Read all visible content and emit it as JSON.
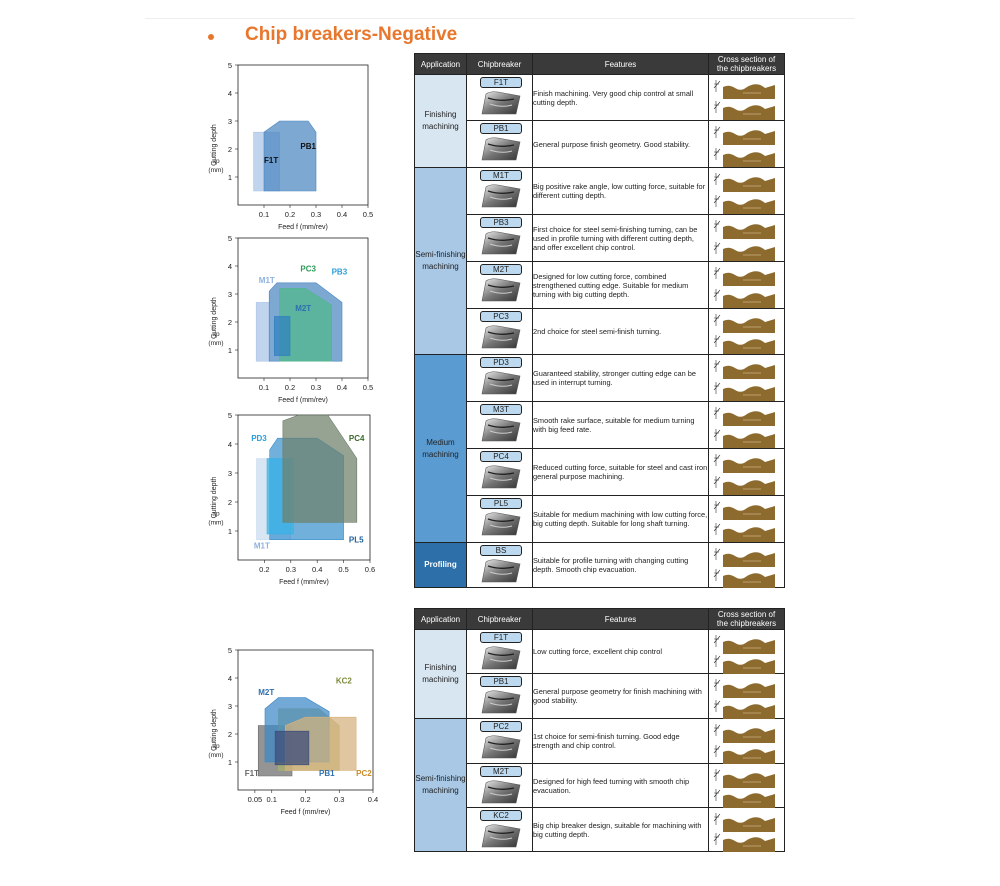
{
  "page": {
    "title": "Chip breakers-Negative"
  },
  "colors": {
    "accent": "#e8772e",
    "header_bg": "#3a3a3a",
    "label_blue": "#bcd9ef"
  },
  "charts_ui": {
    "ylabel_top": "Cutting depth",
    "ylabel_sub1": "ap",
    "ylabel_sub2": "(mm)",
    "xlabel": "Feed f (mm/rev)"
  },
  "table1": {
    "headers": {
      "application": "Application",
      "chipbreaker": "Chipbreaker",
      "features": "Features",
      "cross1": "Cross section of",
      "cross2": "the chipbreakers"
    },
    "groups": [
      {
        "label_line1": "Finishing",
        "label_line2": "machining"
      },
      {
        "label_line1": "Semi-finishing",
        "label_line2": "machining"
      },
      {
        "label_line1": "Medium",
        "label_line2": "machining"
      },
      {
        "label_line1": "Profiling",
        "label_line2": ""
      }
    ],
    "rows": [
      {
        "code": "F1T",
        "feature": "Finish machining.  Very good chip control at small cutting depth."
      },
      {
        "code": "PB1",
        "feature": "General purpose finish geometry.  Good stability."
      },
      {
        "code": "M1T",
        "feature": "Big positive rake angle, low cutting force, suitable for different cutting depth."
      },
      {
        "code": "PB3",
        "feature": "First choice for steel semi-finishing turning, can be used in profile turning with different cutting depth, and offer excellent chip control."
      },
      {
        "code": "M2T",
        "feature": "Designed for low cutting force, combined strengthened cutting edge.  Suitable for medium turning with big cutting depth."
      },
      {
        "code": "PC3",
        "feature": "2nd choice for steel semi-finish turning."
      },
      {
        "code": "PD3",
        "feature": "Guaranteed stability, stronger cutting edge can be used in interrupt turning."
      },
      {
        "code": "M3T",
        "feature": "Smooth rake surface, suitable for medium turning with big feed rate."
      },
      {
        "code": "PC4",
        "feature": "Reduced cutting force, suitable for steel and cast iron general purpose machining."
      },
      {
        "code": "PL5",
        "feature": "Suitable for medium machining with low cutting force, big cutting depth.  Suitable for long shaft turning."
      },
      {
        "code": "BS",
        "feature": "Suitable for profile turning with changing cutting depth.  Smooth chip evacuation."
      }
    ]
  },
  "table2": {
    "headers": {
      "application": "Application",
      "chipbreaker": "Chipbreaker",
      "features": "Features",
      "cross1": "Cross section of",
      "cross2": "the chipbreakers"
    },
    "groups": [
      {
        "label_line1": "Finishing",
        "label_line2": "machining"
      },
      {
        "label_line1": "Semi-finishing",
        "label_line2": "machining"
      }
    ],
    "rows": [
      {
        "code": "F1T",
        "feature": "Low cutting force, excellent chip control"
      },
      {
        "code": "PB1",
        "feature": "General purpose geometry for finish machining with good stability."
      },
      {
        "code": "PC2",
        "feature": "1st choice for semi-finish turning.  Good edge strength and chip control."
      },
      {
        "code": "M2T",
        "feature": "Designed for high feed turning with smooth chip evacuation."
      },
      {
        "code": "KC2",
        "feature": "Big chip breaker design, suitable for machining with big cutting depth."
      }
    ]
  },
  "chart_data": [
    {
      "type": "area",
      "xlabel": "Feed f (mm/rev)",
      "ylabel": "Cutting depth ap (mm)",
      "xticks": [
        0.1,
        0.2,
        0.3,
        0.4,
        0.5
      ],
      "yticks": [
        1,
        2,
        3,
        4,
        5
      ],
      "xlim": [
        0,
        0.5
      ],
      "ylim": [
        0,
        5
      ],
      "series": [
        {
          "name": "F1T",
          "color": "#a9c3e8",
          "labelColor": "#111",
          "label": [
            0.1,
            1.5
          ],
          "points": [
            [
              0.06,
              0.5
            ],
            [
              0.06,
              2.6
            ],
            [
              0.16,
              2.6
            ],
            [
              0.16,
              0.5
            ]
          ]
        },
        {
          "name": "PB1",
          "color": "#4b86c0",
          "labelColor": "#111",
          "label": [
            0.24,
            2.0
          ],
          "points": [
            [
              0.1,
              0.5
            ],
            [
              0.1,
              2.6
            ],
            [
              0.16,
              3.0
            ],
            [
              0.27,
              3.0
            ],
            [
              0.3,
              2.6
            ],
            [
              0.3,
              0.5
            ]
          ]
        }
      ]
    },
    {
      "type": "area",
      "xlabel": "Feed f (mm/rev)",
      "ylabel": "Cutting depth ap (mm)",
      "xticks": [
        0.1,
        0.2,
        0.3,
        0.4,
        0.5
      ],
      "yticks": [
        1,
        2,
        3,
        4,
        5
      ],
      "xlim": [
        0,
        0.5
      ],
      "ylim": [
        0,
        5
      ],
      "series": [
        {
          "name": "M1T",
          "color": "#a9c3e8",
          "labelColor": "#8fb1e0",
          "label": [
            0.08,
            3.4
          ],
          "points": [
            [
              0.07,
              0.6
            ],
            [
              0.07,
              2.7
            ],
            [
              0.12,
              2.7
            ],
            [
              0.12,
              0.6
            ]
          ]
        },
        {
          "name": "PB3",
          "color": "#4b86c0",
          "labelColor": "#2d9fd8",
          "label": [
            0.36,
            3.7
          ],
          "points": [
            [
              0.12,
              0.6
            ],
            [
              0.12,
              3.1
            ],
            [
              0.15,
              3.4
            ],
            [
              0.3,
              3.4
            ],
            [
              0.4,
              2.7
            ],
            [
              0.4,
              0.6
            ]
          ]
        },
        {
          "name": "PC3",
          "color": "#4fb88a",
          "labelColor": "#2a9a54",
          "label": [
            0.24,
            3.8
          ],
          "points": [
            [
              0.16,
              0.6
            ],
            [
              0.16,
              3.2
            ],
            [
              0.26,
              3.2
            ],
            [
              0.36,
              2.6
            ],
            [
              0.36,
              0.6
            ]
          ]
        },
        {
          "name": "M2T",
          "color": "#2f7fbf",
          "labelColor": "#2f6fb0",
          "label": [
            0.22,
            2.4
          ],
          "points": [
            [
              0.14,
              0.8
            ],
            [
              0.14,
              2.2
            ],
            [
              0.2,
              2.2
            ],
            [
              0.2,
              0.8
            ]
          ]
        }
      ]
    },
    {
      "type": "area",
      "xlabel": "Feed f (mm/rev)",
      "ylabel": "Cutting depth ap (mm)",
      "xticks": [
        0.2,
        0.3,
        0.4,
        0.5,
        0.6
      ],
      "yticks": [
        1,
        2,
        3,
        4,
        5
      ],
      "xlim": [
        0.1,
        0.6
      ],
      "ylim": [
        0,
        5
      ],
      "series": [
        {
          "name": "M1T",
          "color": "#c9dcf0",
          "labelColor": "#8fb1e0",
          "label": [
            0.16,
            0.4
          ],
          "points": [
            [
              0.17,
              0.7
            ],
            [
              0.17,
              3.5
            ],
            [
              0.3,
              3.5
            ],
            [
              0.3,
              0.7
            ]
          ]
        },
        {
          "name": "PL5",
          "color": "#3c91cf",
          "labelColor": "#1d5e9a",
          "label": [
            0.52,
            0.6
          ],
          "points": [
            [
              0.22,
              0.7
            ],
            [
              0.22,
              3.8
            ],
            [
              0.25,
              4.2
            ],
            [
              0.4,
              4.2
            ],
            [
              0.5,
              3.6
            ],
            [
              0.5,
              0.7
            ]
          ]
        },
        {
          "name": "PD3",
          "color": "#37b3e6",
          "labelColor": "#2a9ed8",
          "label": [
            0.15,
            4.1
          ],
          "points": [
            [
              0.21,
              0.9
            ],
            [
              0.21,
              3.5
            ],
            [
              0.31,
              3.5
            ],
            [
              0.31,
              0.9
            ]
          ]
        },
        {
          "name": "PC4",
          "color": "#6d7f6a",
          "labelColor": "#3a6a2a",
          "label": [
            0.52,
            4.1
          ],
          "points": [
            [
              0.27,
              1.3
            ],
            [
              0.27,
              4.8
            ],
            [
              0.33,
              5.0
            ],
            [
              0.44,
              5.0
            ],
            [
              0.55,
              3.5
            ],
            [
              0.55,
              1.3
            ]
          ]
        }
      ]
    },
    {
      "type": "area",
      "xlabel": "Feed f (mm/rev)",
      "ylabel": "Cutting depth ap (mm)",
      "xticks": [
        0.05,
        0.1,
        0.2,
        0.3,
        0.4
      ],
      "yticks": [
        1,
        2,
        3,
        4,
        5
      ],
      "xlim": [
        0,
        0.4
      ],
      "ylim": [
        0,
        5
      ],
      "series": [
        {
          "name": "F1T",
          "color": "#6b6b6b",
          "labelColor": "#666",
          "label": [
            0.02,
            0.5
          ],
          "points": [
            [
              0.06,
              0.5
            ],
            [
              0.06,
              2.3
            ],
            [
              0.16,
              2.3
            ],
            [
              0.16,
              0.5
            ]
          ]
        },
        {
          "name": "KC2",
          "color": "#a8b26b",
          "labelColor": "#7a8a3a",
          "label": [
            0.29,
            3.8
          ],
          "points": [
            [
              0.12,
              0.7
            ],
            [
              0.12,
              2.9
            ],
            [
              0.24,
              2.9
            ],
            [
              0.3,
              2.3
            ],
            [
              0.3,
              0.7
            ]
          ]
        },
        {
          "name": "M2T",
          "color": "#3d88c6",
          "labelColor": "#2f6fb0",
          "label": [
            0.06,
            3.4
          ],
          "points": [
            [
              0.08,
              1.0
            ],
            [
              0.08,
              2.9
            ],
            [
              0.12,
              3.3
            ],
            [
              0.2,
              3.3
            ],
            [
              0.27,
              2.8
            ],
            [
              0.27,
              1.0
            ]
          ]
        },
        {
          "name": "PC2",
          "color": "#d6b27d",
          "labelColor": "#c98c2a",
          "label": [
            0.35,
            0.5
          ],
          "points": [
            [
              0.14,
              0.7
            ],
            [
              0.14,
              2.3
            ],
            [
              0.2,
              2.6
            ],
            [
              0.35,
              2.6
            ],
            [
              0.35,
              0.7
            ]
          ]
        },
        {
          "name": "PB1",
          "color": "#3c4b78",
          "labelColor": "#2f6fb0",
          "label": [
            0.24,
            0.5
          ],
          "points": [
            [
              0.11,
              0.9
            ],
            [
              0.11,
              2.1
            ],
            [
              0.21,
              2.1
            ],
            [
              0.21,
              0.9
            ]
          ]
        }
      ]
    }
  ]
}
